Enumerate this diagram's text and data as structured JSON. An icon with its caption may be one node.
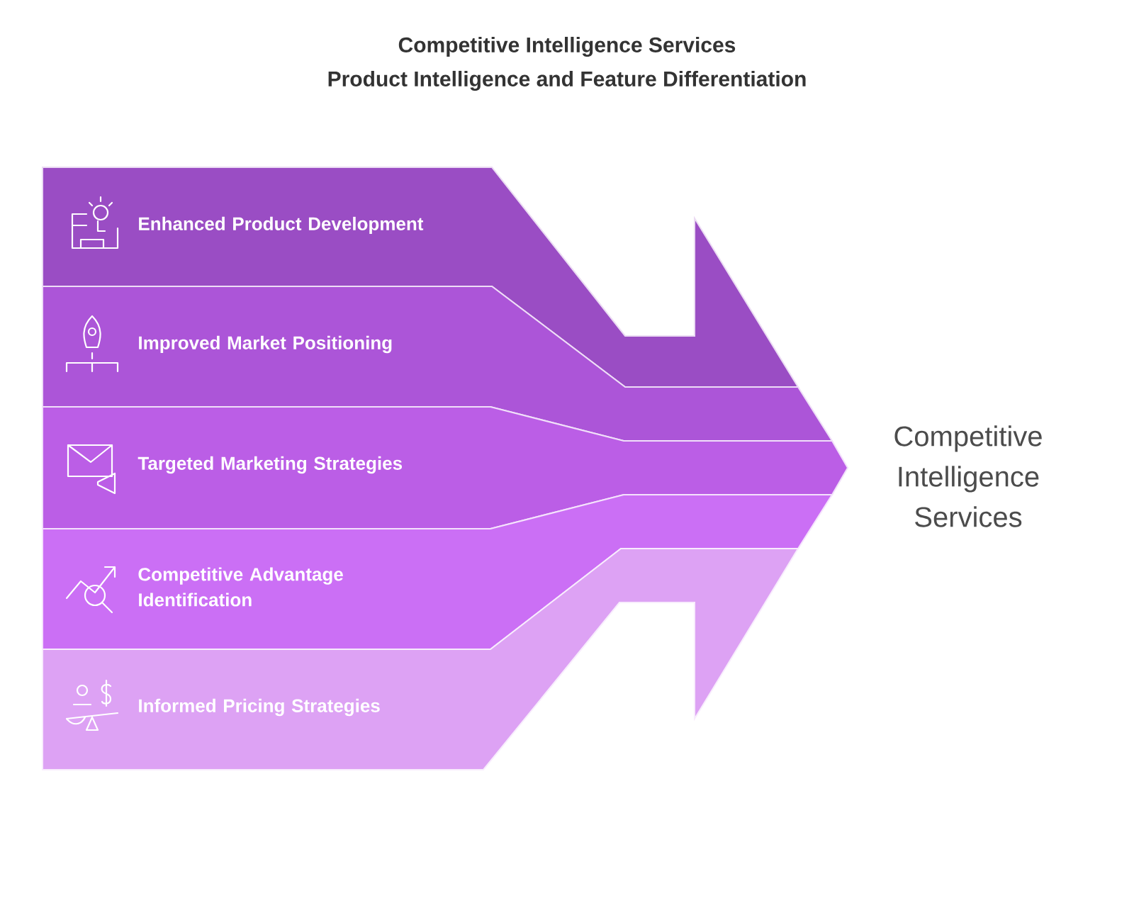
{
  "diagram": {
    "title": "Competitive Intelligence Services",
    "nodes": [
      {
        "text": [
          "Enhanced Product Development"
        ]
      },
      {
        "text": [
          "Improved Market Positioning"
        ]
      },
      {
        "text": [
          "Targeted Marketing Strategies"
        ]
      },
      {
        "text": [
          "Competitive Advantage Identification"
        ]
      },
      {
        "text": [
          "Informed Pricing Strategies"
        ]
      }
    ],
    "labels": [
      "Product Intelligence and Feature Differentiation",
      "Competitive Intelligence Services"
    ]
  }
}
